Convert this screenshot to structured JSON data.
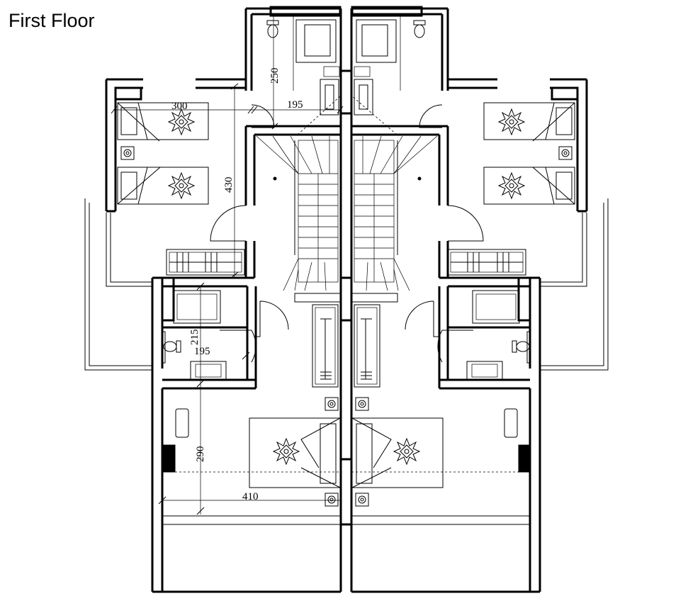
{
  "title": "First Floor",
  "dimensions": {
    "d300": "300",
    "d195_top": "195",
    "d250": "250",
    "d430": "430",
    "d215": "215",
    "d195_bath": "195",
    "d290": "290",
    "d410": "410"
  }
}
